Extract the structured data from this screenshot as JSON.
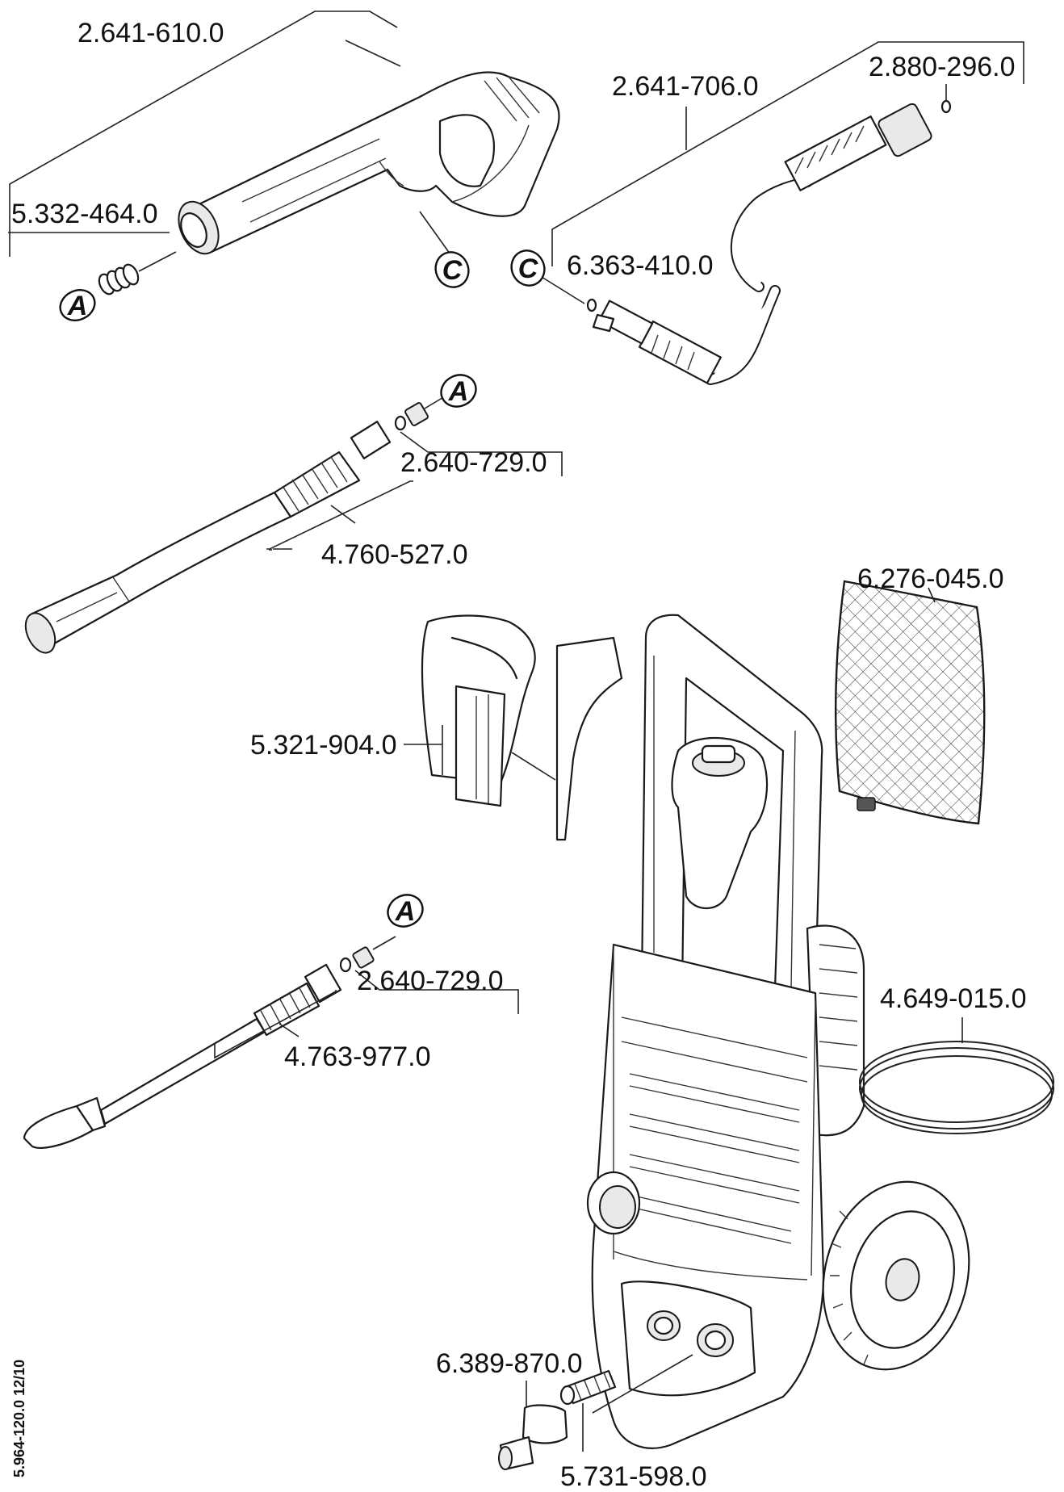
{
  "diagram": {
    "labels": {
      "trigger_gun": "2.641-610.0",
      "gun_spring": "5.332-464.0",
      "hose": "2.641-706.0",
      "hose_oring": "2.880-296.0",
      "hose_nipple_oring": "6.363-410.0",
      "lance_oring_set_1": "2.640-729.0",
      "vario_lance": "4.760-527.0",
      "lance_holder": "5.321-904.0",
      "filter_cover": "6.276-045.0",
      "lance_oring_set_2": "2.640-729.0",
      "dirt_blaster": "4.763-977.0",
      "cable": "4.649-015.0",
      "inlet_coupling": "6.389-870.0",
      "inlet_filter": "5.731-598.0"
    },
    "callouts": {
      "a": "A",
      "c": "C"
    },
    "document_ref": "5.964-120.0  12/10"
  }
}
